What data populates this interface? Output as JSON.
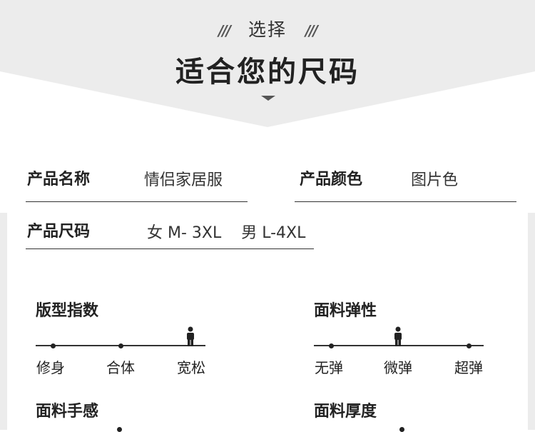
{
  "header": {
    "subtitle": "选择",
    "title": "适合您的尺码",
    "deco_left": "///",
    "deco_right": "///"
  },
  "product_info": [
    {
      "label": "产品名称",
      "value": "情侣家居服"
    },
    {
      "label": "产品颜色",
      "value": "图片色"
    },
    {
      "label": "产品尺码",
      "value": "女 M- 3XL    男 L-4XL"
    }
  ],
  "metrics": [
    {
      "title": "版型指数",
      "ticks": [
        "修身",
        "合体",
        "宽松"
      ],
      "selected_index": 2
    },
    {
      "title": "面料弹性",
      "ticks": [
        "无弹",
        "微弹",
        "超弹"
      ],
      "selected_index": 1
    },
    {
      "title": "面料手感",
      "ticks": [],
      "selected_index": null
    },
    {
      "title": "面料厚度",
      "ticks": [],
      "selected_index": null
    }
  ],
  "colors": {
    "header_bg": "#ececec",
    "text": "#222222",
    "rule": "#333333"
  },
  "icons": {
    "deco": "slash-decoration-icon",
    "arrow": "triangle-down-icon",
    "marker": "person-icon"
  }
}
